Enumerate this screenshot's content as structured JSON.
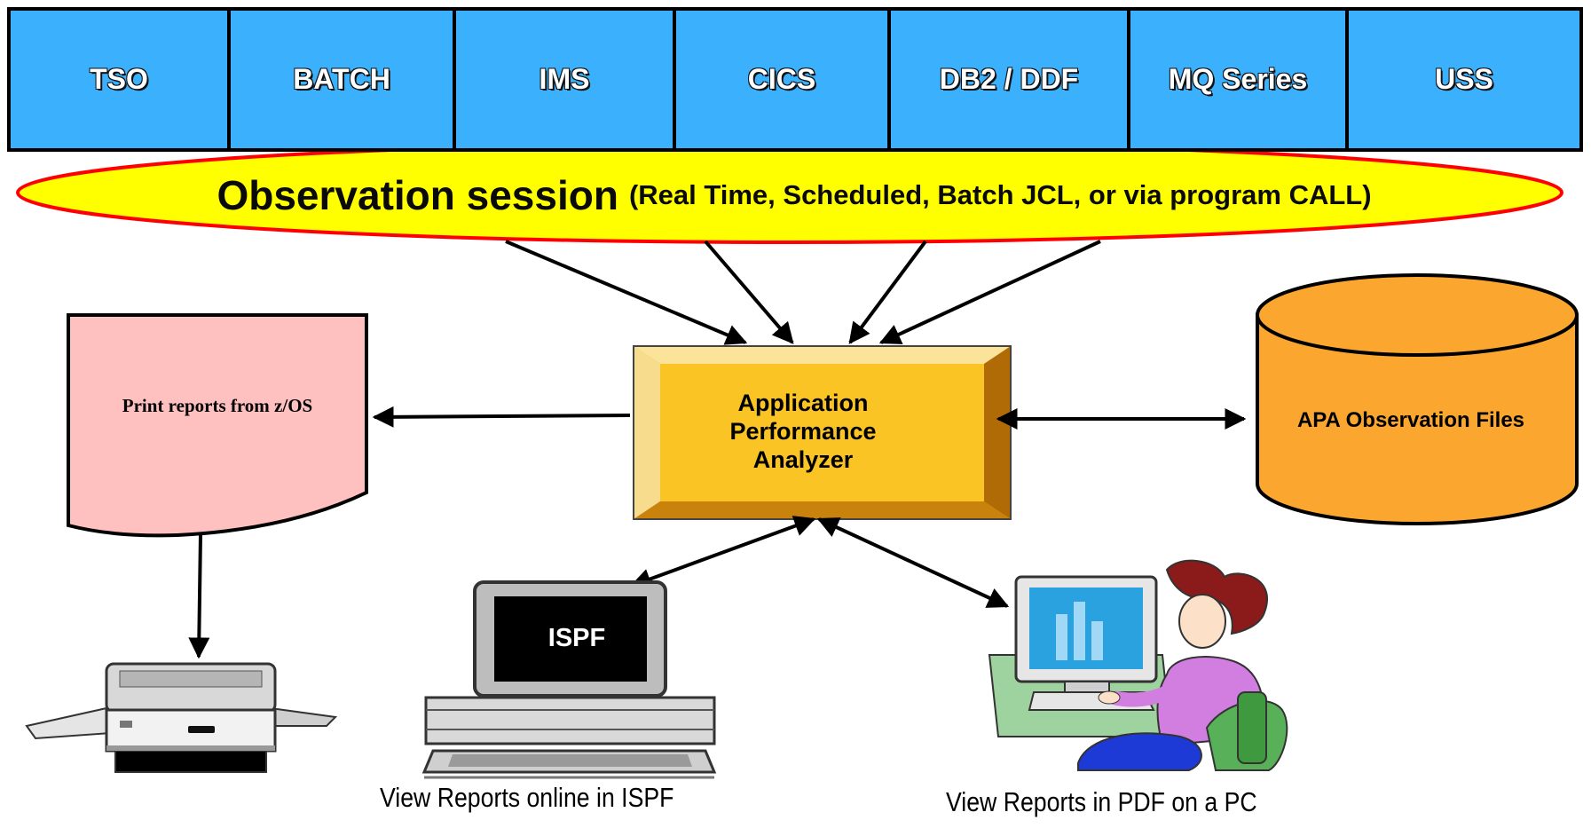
{
  "environments": [
    "TSO",
    "BATCH",
    "IMS",
    "CICS",
    "DB2 / DDF",
    "MQ Series",
    "USS"
  ],
  "session": {
    "title": "Observation session",
    "modes": "(Real Time, Scheduled, Batch JCL, or via program CALL)"
  },
  "analyzer": {
    "line1": "Application",
    "line2": "Performance",
    "line3": "Analyzer"
  },
  "observation_files": "APA Observation Files",
  "print_reports": "Print reports from z/OS",
  "ispf_screen": "ISPF",
  "captions": {
    "ispf": "View Reports online in ISPF",
    "pdf": "View Reports in PDF on a PC"
  },
  "colors": {
    "tab_fill": "#3bb0fd",
    "ellipse_fill": "#ffff00",
    "ellipse_outline": "#ff0000",
    "analyzer_face": "#f9c424",
    "cylinder_fill": "#fba72f",
    "document_fill": "#ffc0c0"
  },
  "icons": [
    "printer-icon",
    "terminal-icon",
    "pc-user-icon"
  ]
}
